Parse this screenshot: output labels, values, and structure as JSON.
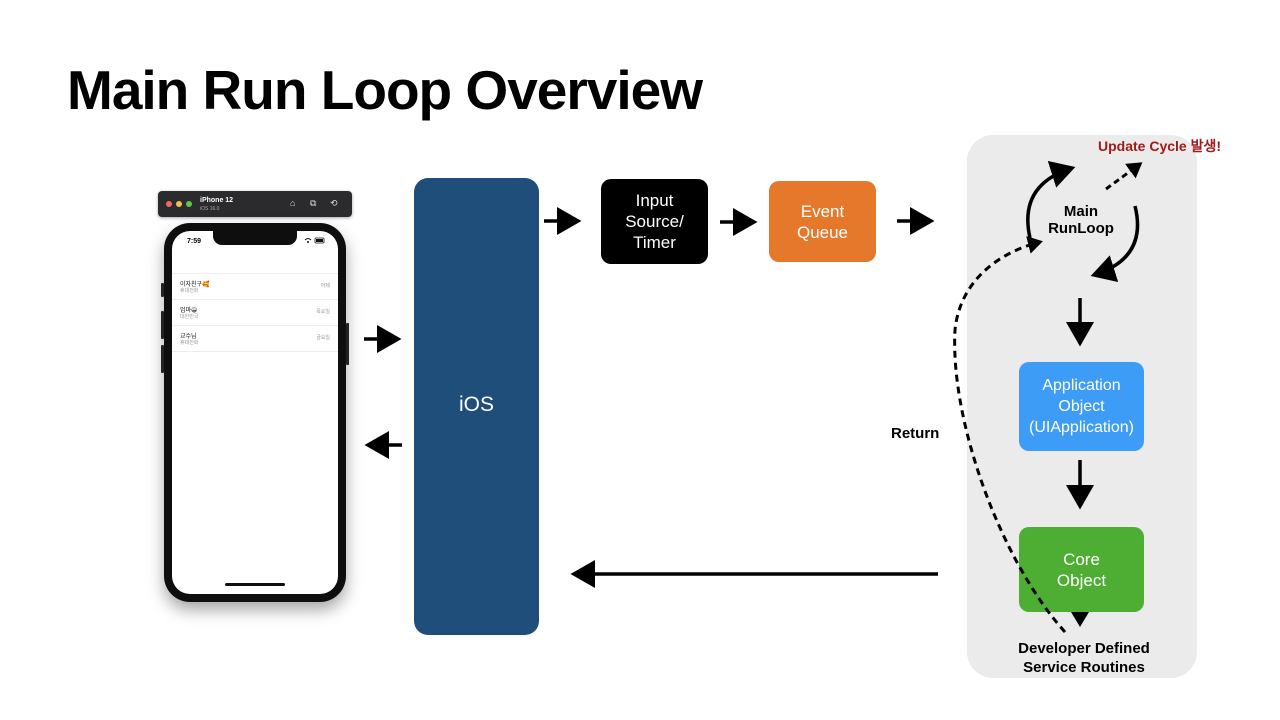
{
  "title": "Main Run Loop Overview",
  "simulator": {
    "device_name": "iPhone 12",
    "os_version": "iOS 16.0",
    "traffic_light_colors": [
      "#ec6a5e",
      "#f4bf4f",
      "#61c554"
    ],
    "toolbar_icons": [
      "home-icon",
      "screenshot-icon",
      "rotate-icon"
    ]
  },
  "phone": {
    "time": "7:59",
    "status_icons": "wifi-icon battery-icon",
    "chats": [
      {
        "name": "이자친구🥰",
        "subtitle": "휴대전화",
        "date": "어제"
      },
      {
        "name": "엄마😀",
        "subtitle": "대한민국",
        "date": "목요일"
      },
      {
        "name": "교수님",
        "subtitle": "휴대전화",
        "date": "금요일"
      }
    ]
  },
  "diagram": {
    "ios_label": "iOS",
    "input_source": "Input\nSource/\nTimer",
    "event_queue": "Event\nQueue",
    "main_runloop": "Main\nRunLoop",
    "update_cycle": "Update Cycle 발생!",
    "application_object": "Application\nObject\n(UIApplication)",
    "core_object": "Core\nObject",
    "developer_routines": "Developer Defined\nService Routines",
    "return_label": "Return"
  },
  "colors": {
    "ios_box": "#1f4e7a",
    "input_box": "#000000",
    "event_queue_box": "#e5782b",
    "application_box": "#3d9cf6",
    "core_box": "#4eae33",
    "panel_bg": "#ebebeb",
    "update_text": "#a11a1a"
  }
}
